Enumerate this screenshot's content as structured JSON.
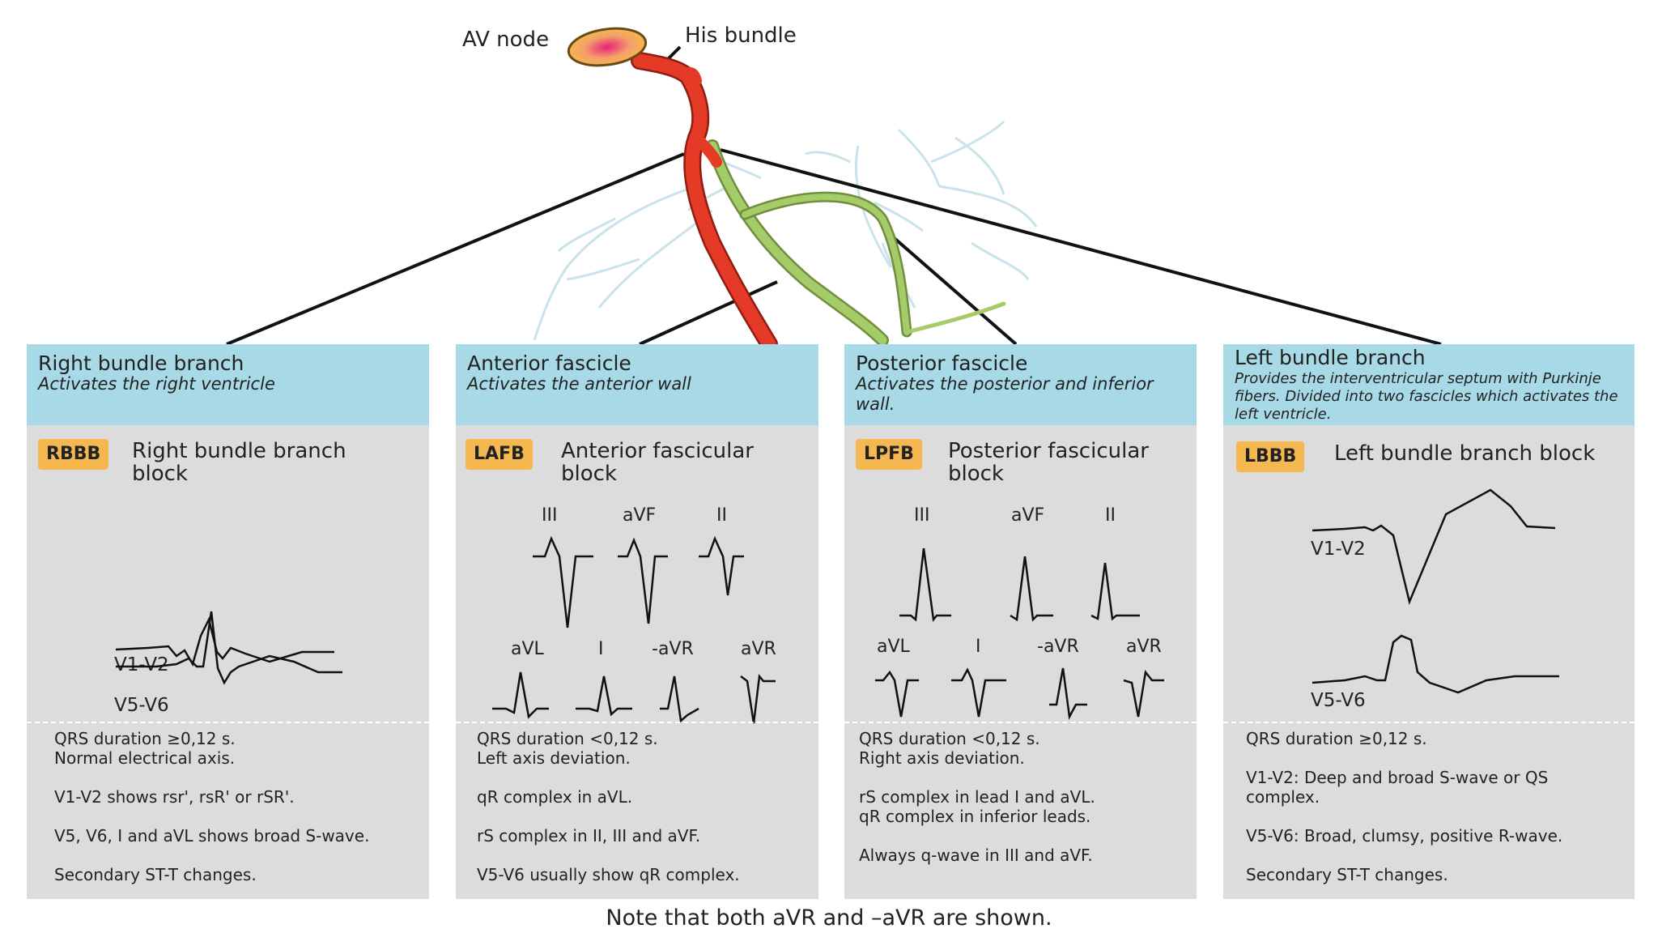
{
  "top": {
    "av_node_label": "AV node",
    "his_bundle_label": "His bundle"
  },
  "colors": {
    "header_bg": "#a8d9e6",
    "panel_bg": "#dcdcdc",
    "badge_bg": "#f5b851",
    "right_branch": "#e53a26",
    "left_branch": "#a6cc6a",
    "purkinje": "#c9e3ea"
  },
  "panels": [
    {
      "title": "Right bundle branch",
      "subtitle": "Activates the right ventricle",
      "badge": "RBBB",
      "block_title": "Right bundle branch block",
      "leads": [
        "V1-V2",
        "V5-V6"
      ],
      "notes": [
        "QRS duration ≥0,12 s.",
        "Normal electrical axis.",
        "",
        "V1-V2 shows rsr', rsR' or rSR'.",
        "",
        "V5, V6, I and aVL shows broad S-wave.",
        "",
        "Secondary ST-T changes."
      ]
    },
    {
      "title": "Anterior fascicle",
      "subtitle": "Activates the anterior wall",
      "badge": "LAFB",
      "block_title": "Anterior fascicular block",
      "leads": [
        "III",
        "aVF",
        "II",
        "aVL",
        "I",
        "-aVR",
        "aVR"
      ],
      "notes": [
        "QRS duration <0,12 s.",
        "Left axis deviation.",
        "",
        "qR complex in aVL.",
        "",
        "rS complex in II, III and aVF.",
        "",
        "V5-V6  usually show qR complex."
      ]
    },
    {
      "title": "Posterior fascicle",
      "subtitle": "Activates the posterior and inferior wall.",
      "badge": "LPFB",
      "block_title": "Posterior fascicular block",
      "leads": [
        "III",
        "aVF",
        "II",
        "aVL",
        "I",
        "-aVR",
        "aVR"
      ],
      "notes": [
        "QRS duration <0,12 s.",
        "Right axis deviation.",
        "",
        "rS complex in lead I and aVL.",
        "qR complex in inferior leads.",
        "",
        "Always q-wave in III and aVF."
      ]
    },
    {
      "title": "Left bundle branch",
      "subtitle": "Provides the interventricular septum with Purkinje fibers. Divided into two fascicles which activates the left ventricle.",
      "badge": "LBBB",
      "block_title": "Left bundle branch block",
      "leads": [
        "V1-V2",
        "V5-V6"
      ],
      "notes": [
        "QRS duration ≥0,12 s.",
        "",
        "V1-V2: Deep and broad S-wave or QS complex.",
        "",
        "V5-V6: Broad, clumsy, positive R-wave.",
        "",
        "Secondary ST-T changes."
      ]
    }
  ],
  "footer_note": "Note that both aVR and –aVR are shown."
}
